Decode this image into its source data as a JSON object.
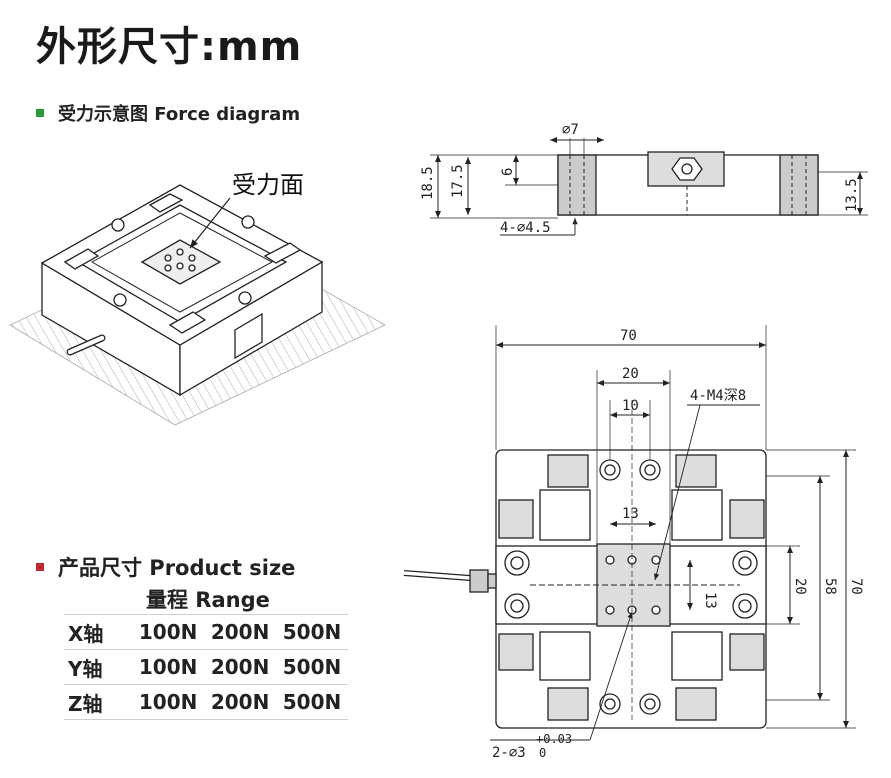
{
  "page_title": "外形尺寸:mm",
  "force_section": {
    "label": "受力示意图 Force diagram",
    "bullet_color": "#2e9a3c",
    "annotation": "受力面"
  },
  "product_section": {
    "label": "产品尺寸 Product size",
    "bullet_color": "#c0282d",
    "range_heading": "量程 Range",
    "rows": [
      {
        "axis": "X轴",
        "values": [
          "100N",
          "200N",
          "500N"
        ]
      },
      {
        "axis": "Y轴",
        "values": [
          "100N",
          "200N",
          "500N"
        ]
      },
      {
        "axis": "Z轴",
        "values": [
          "100N",
          "200N",
          "500N"
        ]
      }
    ]
  },
  "side_view": {
    "dims": {
      "overall_height": "18.5",
      "body_height": "17.5",
      "top_offset": "6",
      "hole_dia": "⌀7",
      "right_height": "13.5",
      "bottom_holes": "4-⌀4.5"
    }
  },
  "top_view": {
    "dims": {
      "width": "70",
      "center_width": "20",
      "inner_width": "10",
      "thread": "4-M4深8",
      "pitch_h": "13",
      "pitch_v": "13",
      "height_20": "20",
      "height_58": "58",
      "height_70": "70",
      "pin_holes": "2-⌀3",
      "tol_upper": "+0.03",
      "tol_lower": "0"
    }
  }
}
